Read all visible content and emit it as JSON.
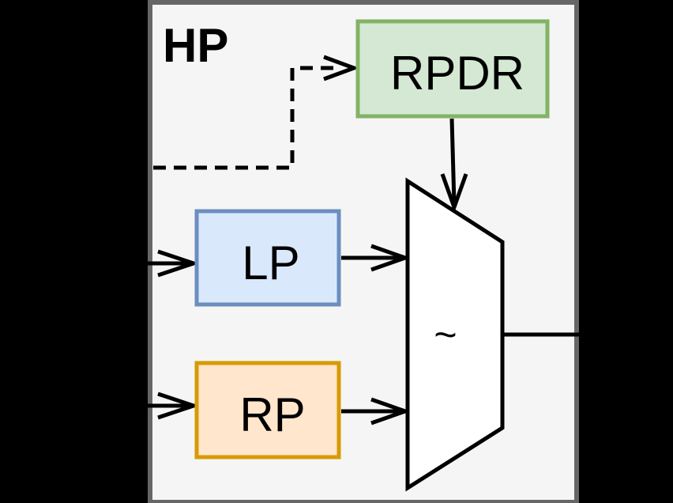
{
  "diagram": {
    "container": {
      "label": "HP",
      "fill": "#f5f5f5",
      "stroke": "#666666"
    },
    "blocks": {
      "rpdr": {
        "label": "RPDR",
        "fill": "#d5e8d4",
        "stroke": "#82b366"
      },
      "lp": {
        "label": "LP",
        "fill": "#dae8fc",
        "stroke": "#6c8ebf"
      },
      "rp": {
        "label": "RP",
        "fill": "#ffe6cc",
        "stroke": "#d79b00"
      },
      "mux": {
        "label": "~",
        "fill": "#ffffff",
        "stroke": "#000000"
      }
    }
  }
}
